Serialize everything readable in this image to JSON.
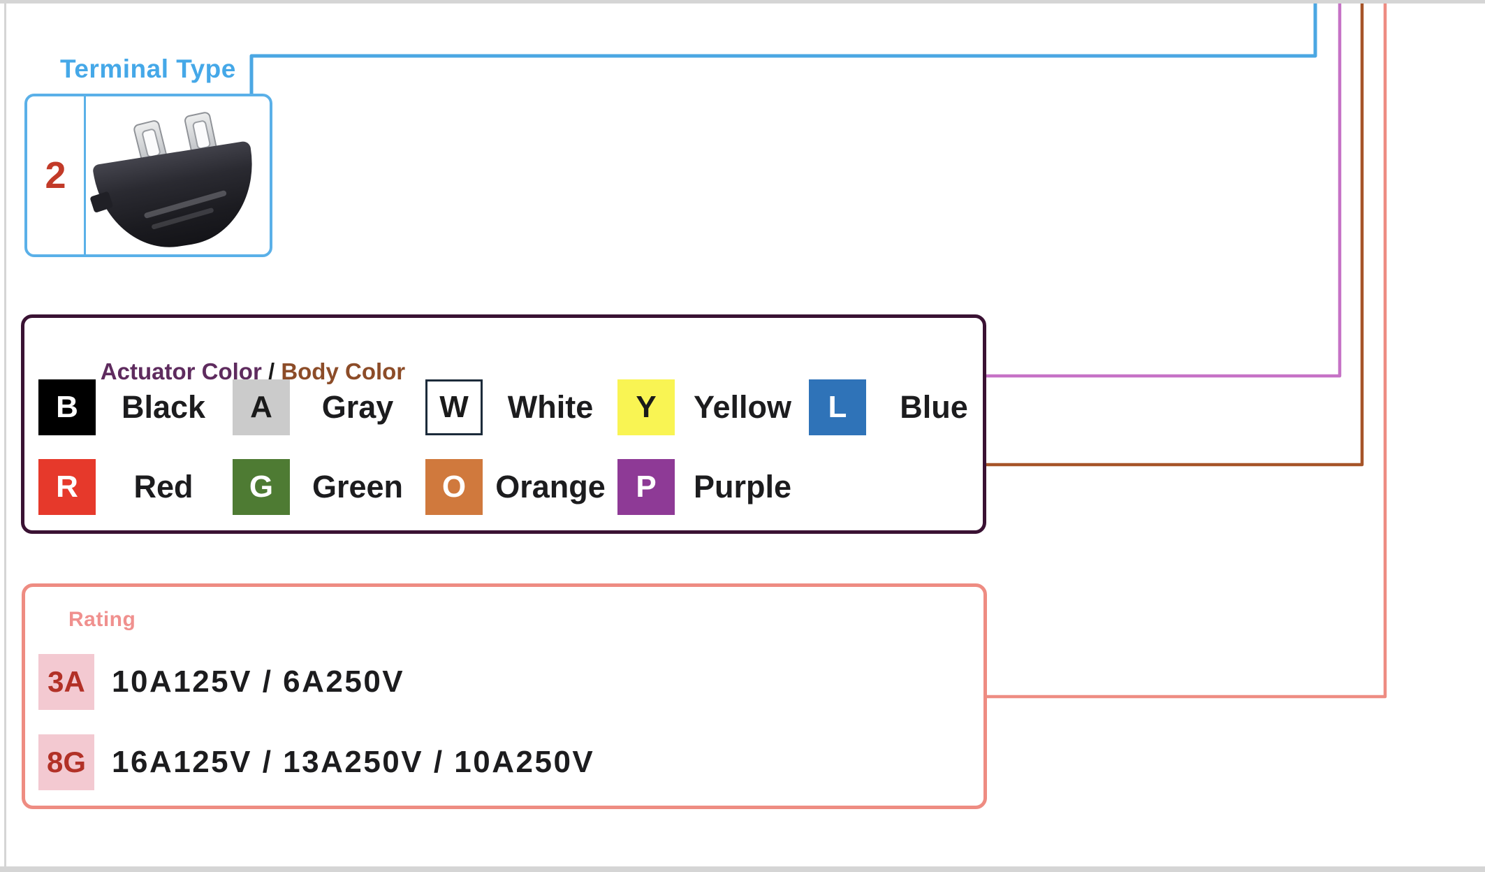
{
  "frame": {
    "color": "#D5D5D5"
  },
  "connectors": {
    "blue": "#4BA7E3",
    "magenta": "#C672C6",
    "brown": "#A65428",
    "salmon": "#EE8C82"
  },
  "terminal": {
    "title": "Terminal Type",
    "title_color": "#45A8E8",
    "border_color": "#5AB0E8",
    "code": "2",
    "code_color": "#C23A28"
  },
  "colors_box": {
    "border_color": "#3A1233",
    "title": {
      "actuator": "Actuator Color",
      "separator": " / ",
      "body": "Body Color",
      "actuator_color": "#5E2B5E",
      "separator_color": "#1A1A1A",
      "body_color": "#8C4C28"
    },
    "rows": [
      [
        {
          "code": "B",
          "label": "Black",
          "bg": "#000000",
          "fg": "#FFFFFF"
        },
        {
          "code": "A",
          "label": "Gray",
          "bg": "#CBCBCB",
          "fg": "#1A1A1A"
        },
        {
          "code": "W",
          "label": "White",
          "bg": "#FFFFFF",
          "fg": "#1A1A1A",
          "border": "#1C2B3A"
        },
        {
          "code": "Y",
          "label": "Yellow",
          "bg": "#F9F453",
          "fg": "#1A1A1A"
        },
        {
          "code": "L",
          "label": "Blue",
          "bg": "#2F73B8",
          "fg": "#FFFFFF"
        }
      ],
      [
        {
          "code": "R",
          "label": "Red",
          "bg": "#E6392B",
          "fg": "#FFFFFF"
        },
        {
          "code": "G",
          "label": "Green",
          "bg": "#4E7B33",
          "fg": "#FFFFFF"
        },
        {
          "code": "O",
          "label": "Orange",
          "bg": "#D0793D",
          "fg": "#FFFFFF"
        },
        {
          "code": "P",
          "label": "Purple",
          "bg": "#8E3A96",
          "fg": "#FFFFFF"
        }
      ]
    ]
  },
  "rating_box": {
    "border_color": "#EE8C82",
    "title": "Rating",
    "title_color": "#F0908E",
    "code_bg": "#F3C9D1",
    "code_color": "#B23127",
    "items": [
      {
        "code": "3A",
        "text": "10A125V / 6A250V"
      },
      {
        "code": "8G",
        "text": "16A125V / 13A250V / 10A250V"
      }
    ]
  }
}
